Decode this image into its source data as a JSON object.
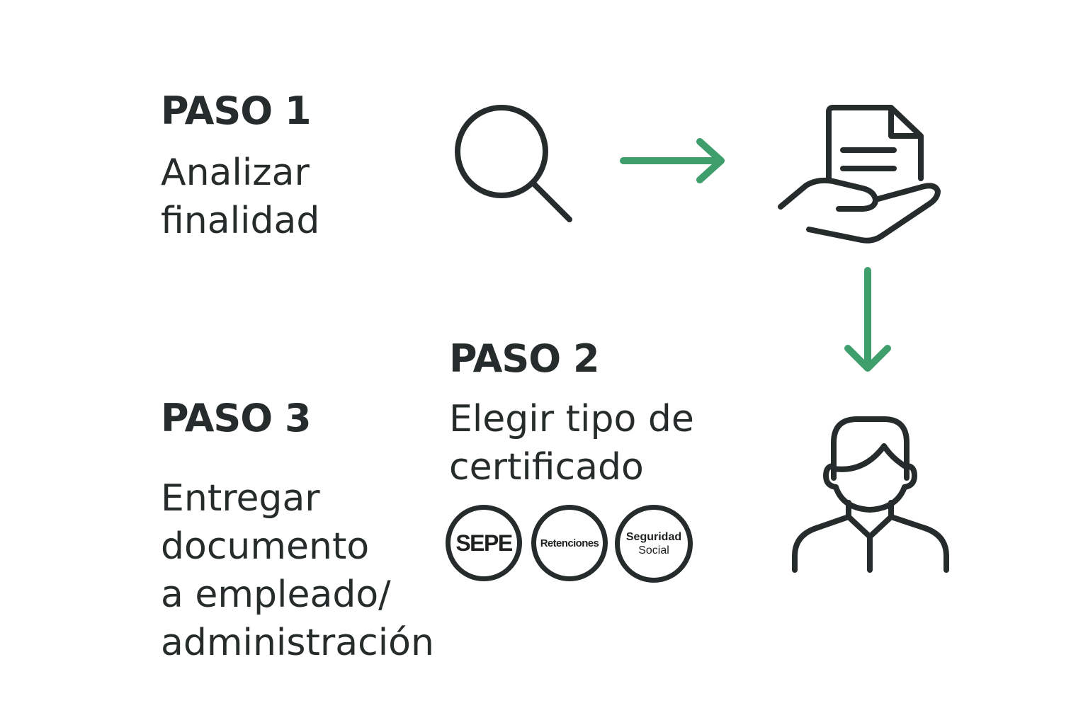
{
  "colors": {
    "text": "#262b2b",
    "accent_arrow": "#3e9e6c",
    "background": "#ffffff"
  },
  "steps": [
    {
      "title": "PASO 1",
      "lines": [
        "Analizar",
        "finalidad"
      ],
      "icon": "search-icon"
    },
    {
      "title": "PASO 2",
      "lines": [
        "Elegir tipo de",
        "certificado"
      ],
      "icon": "document-in-hand-icon",
      "badges": [
        {
          "lines": [
            "SEPE"
          ]
        },
        {
          "lines": [
            "Retenciones"
          ]
        },
        {
          "lines": [
            "Seguridad",
            "Social"
          ]
        }
      ]
    },
    {
      "title": "PASO 3",
      "lines": [
        "Entregar",
        "documento",
        "a empleado/",
        "administración"
      ],
      "icon": "person-icon"
    }
  ],
  "connectors": [
    {
      "from": "search-icon",
      "to": "document-in-hand-icon",
      "direction": "right"
    },
    {
      "from": "document-in-hand-icon",
      "to": "person-icon",
      "direction": "down"
    }
  ]
}
